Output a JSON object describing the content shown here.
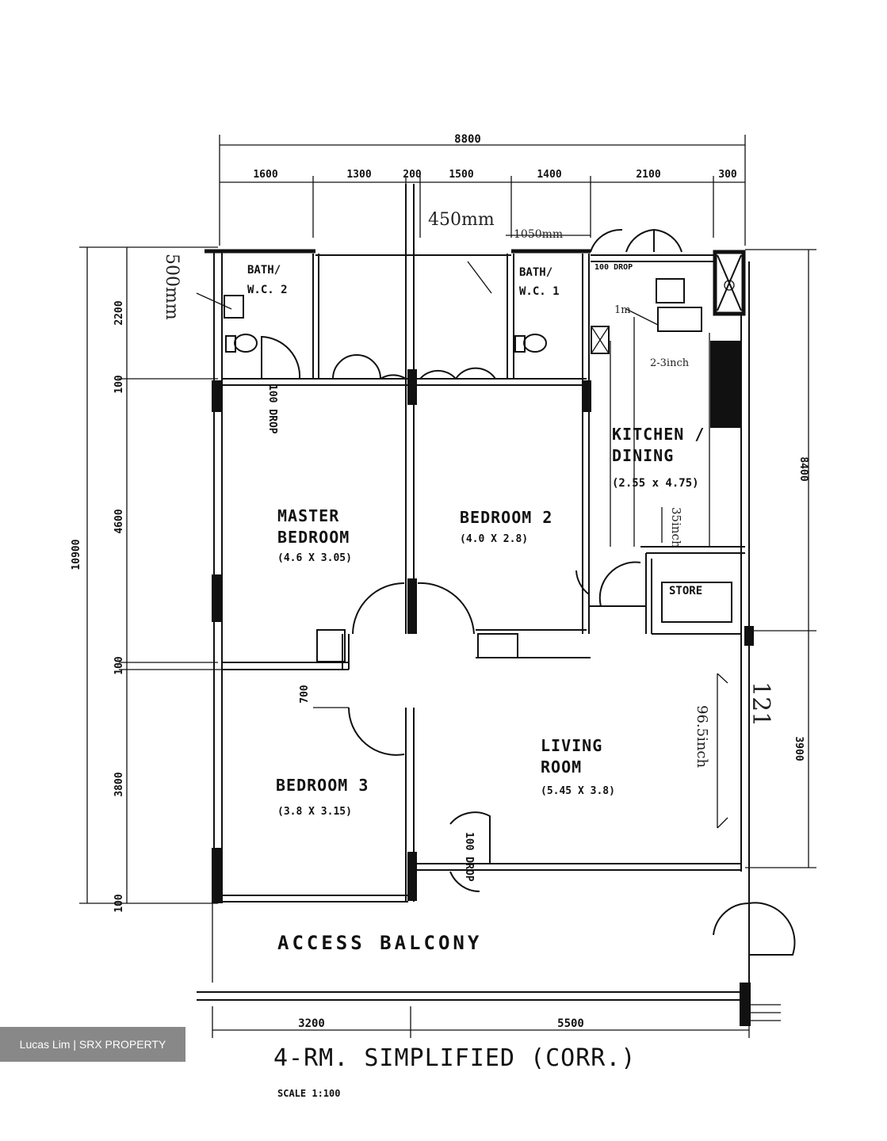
{
  "plan": {
    "title": "4-RM. SIMPLIFIED (CORR.)",
    "scale": "SCALE 1:100",
    "watermark": "Lucas Lim | SRX PROPERTY",
    "colors": {
      "ink": "#111111",
      "paper": "#ffffff",
      "handwriting": "#1a1a3a"
    }
  },
  "dimensions": {
    "top_total": "8800",
    "top": [
      "1600",
      "1300",
      "200",
      "1500",
      "1400",
      "2100",
      "300"
    ],
    "left_total": "10900",
    "left": [
      "2200",
      "100",
      "4600",
      "100",
      "700",
      "3800",
      "100"
    ],
    "right": [
      "8400",
      "3900"
    ],
    "bottom": [
      "3200",
      "5500"
    ]
  },
  "rooms": {
    "bath2": [
      "BATH/",
      "W.C. 2"
    ],
    "bath1": [
      "BATH/",
      "W.C. 1"
    ],
    "kitchen": [
      "KITCHEN /",
      "DINING",
      "(2.55 x 4.75)"
    ],
    "master": [
      "MASTER",
      "BEDROOM",
      "(4.6 X 3.05)"
    ],
    "bedroom2": [
      "BEDROOM 2",
      "(4.0 X 2.8)"
    ],
    "living": [
      "LIVING",
      "ROOM",
      "(5.45 X 3.8)"
    ],
    "bedroom3": [
      "BEDROOM 3",
      "(3.8 X 3.15)"
    ],
    "store": [
      "STORE"
    ],
    "balcony": "ACCESS  BALCONY"
  },
  "annotations": {
    "drop_1": "100 DROP",
    "drop_2": "100 DROP",
    "drop_3": "100 DROP",
    "hand_450": "450mm",
    "hand_1050": "1050mm",
    "hand_500": "500mm",
    "hand_1m": "1m",
    "hand_kitchen": "2-3inch",
    "hand_35": "35inch",
    "hand_living": "96.5inch",
    "hand_121": "121"
  }
}
